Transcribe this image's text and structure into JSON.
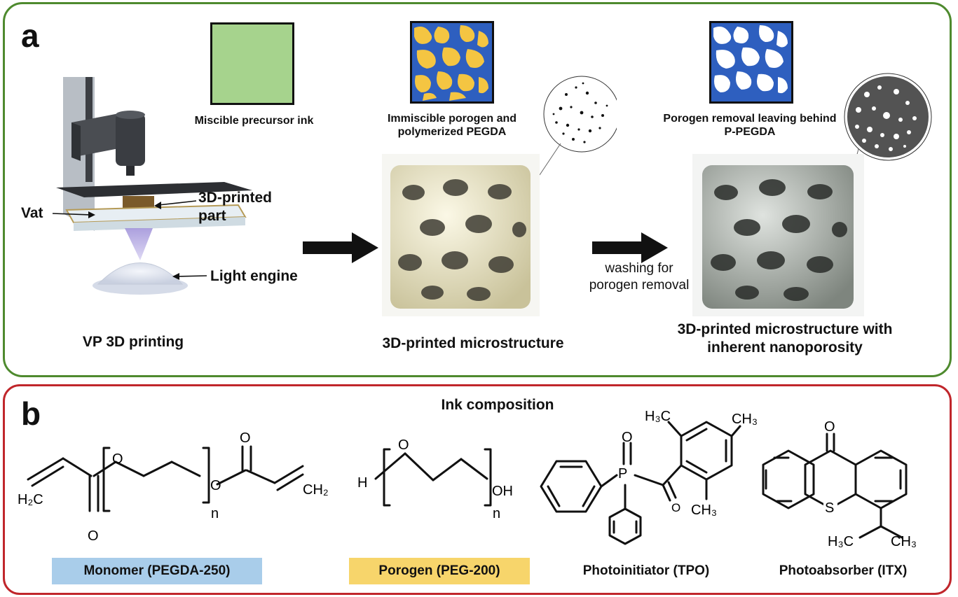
{
  "panel_a": {
    "letter": "a",
    "swatches": [
      {
        "caption": "Miscible precursor ink",
        "fill": "#a6d38d"
      },
      {
        "caption": "Immiscible porogen and polymerized PEGDA",
        "blue": "#2e5fbf",
        "yellow": "#f4c542"
      },
      {
        "caption": "Porogen removal leaving behind P-PEGDA",
        "blue": "#2e5fbf"
      }
    ],
    "printer_labels": {
      "vat": "Vat",
      "part": "3D-printed part",
      "light_engine": "Light engine"
    },
    "captions": {
      "printing": "VP 3D printing",
      "microstructure": "3D-printed microstructure",
      "nanoporous": "3D-printed microstructure with inherent nanoporosity"
    },
    "washing_label": "washing for porogen removal",
    "border_color": "#4e8a2e"
  },
  "panel_b": {
    "letter": "b",
    "title": "Ink composition",
    "border_color": "#c0262b",
    "molecules": [
      {
        "name": "Monomer (PEGDA-250)",
        "tag_color": "#a9cdea",
        "atoms": {
          "ch2_left": "H₂C",
          "o": "O",
          "ch2_right": "CH₂",
          "n": "n"
        }
      },
      {
        "name": "Porogen (PEG-200)",
        "tag_color": "#f7d56b",
        "atoms": {
          "h": "H",
          "o": "O",
          "oh": "OH",
          "n": "n"
        }
      },
      {
        "name": "Photoinitiator (TPO)",
        "atoms": {
          "p": "P",
          "o": "O",
          "ch3": "CH₃",
          "h3c": "H₃C"
        }
      },
      {
        "name": "Photoabsorber (ITX)",
        "atoms": {
          "o": "O",
          "s": "S",
          "ch3": "CH₃",
          "h3c": "H₃C"
        }
      }
    ]
  }
}
